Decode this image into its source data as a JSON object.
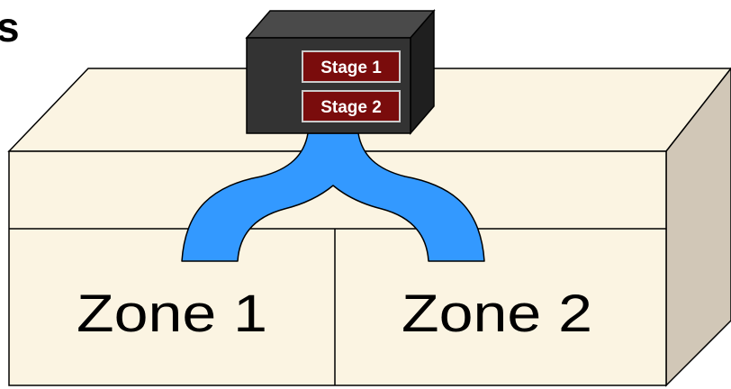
{
  "corner_fragment": "s",
  "unit": {
    "stages": [
      {
        "label": "Stage 1"
      },
      {
        "label": "Stage 2"
      }
    ]
  },
  "zones": [
    {
      "label": "Zone 1"
    },
    {
      "label": "Zone 2"
    }
  ],
  "colors": {
    "building_face": "#fbf4e2",
    "building_side": "#d1c7b7",
    "unit_front": "#333333",
    "unit_top": "#4a4a4a",
    "unit_side": "#1f1f1f",
    "stage_fill": "#7a0c0c",
    "duct": "#3399ff"
  }
}
